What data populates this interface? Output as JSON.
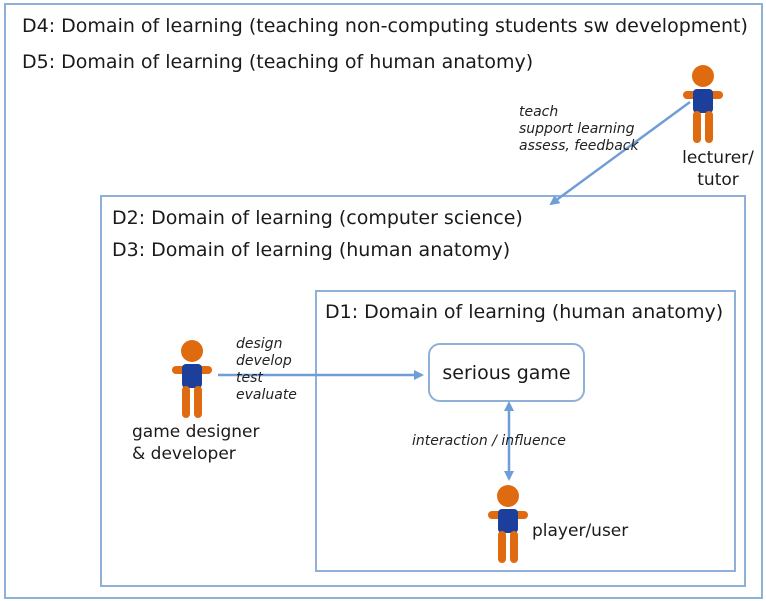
{
  "domains": {
    "d4": "D4: Domain of learning (teaching non-computing students sw development)",
    "d5": "D5: Domain of learning (teaching of human anatomy)",
    "d2": "D2: Domain of learning (computer science)",
    "d3": "D3: Domain of learning (human anatomy)",
    "d1": "D1: Domain of learning (human anatomy)"
  },
  "nodes": {
    "serious_game": "serious game"
  },
  "actors": {
    "lecturer": [
      "lecturer/",
      "tutor"
    ],
    "designer": [
      "game designer",
      "& developer"
    ],
    "player": "player/user"
  },
  "edge_labels": {
    "lecturer_to_d2": [
      "teach",
      "support learning",
      "assess, feedback"
    ],
    "designer_to_game": [
      "design",
      "develop",
      "test",
      "evaluate"
    ],
    "game_player": "interaction / influence"
  },
  "colors": {
    "box_border": "#8fb0d8",
    "arrow": "#6f9ed6",
    "person_head": "#e06a10",
    "person_body": "#1c3f9b"
  }
}
